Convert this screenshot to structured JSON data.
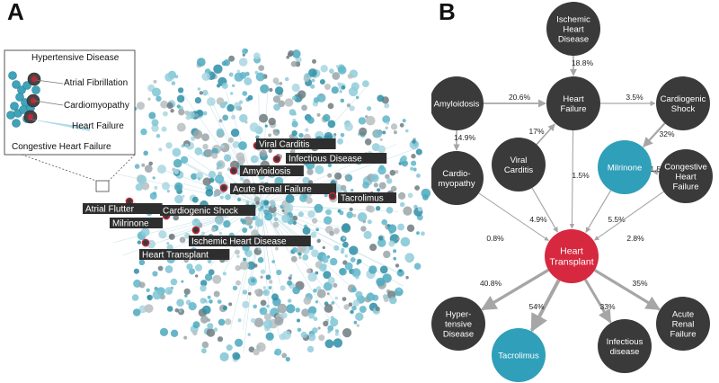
{
  "panel_a": {
    "letter": "A",
    "inset_labels": [
      "Hypertensive Disease",
      "Atrial Fibrillation",
      "Cardiomyopathy",
      "Heart Failure",
      "Congestive Heart Failure"
    ],
    "network_labels": [
      "Viral Carditis",
      "Infectious Disease",
      "Amyloidosis",
      "Acute Renal Failure",
      "Tacrolimus",
      "Atrial Flutter",
      "Cardiogenic Shock",
      "Milrinone",
      "Ischemic Heart Disease",
      "Heart Transplant"
    ]
  },
  "panel_b": {
    "letter": "B",
    "nodes": [
      {
        "id": "ihd",
        "label": "Ischemic\nHeart\nDisease",
        "kind": "dark"
      },
      {
        "id": "amy",
        "label": "Amyloidosis",
        "kind": "dark"
      },
      {
        "id": "hf",
        "label": "Heart\nFailure",
        "kind": "dark"
      },
      {
        "id": "cs",
        "label": "Cardiogenic\nShock",
        "kind": "dark"
      },
      {
        "id": "vc",
        "label": "Viral\nCarditis",
        "kind": "dark"
      },
      {
        "id": "mil",
        "label": "Milrinone",
        "kind": "teal"
      },
      {
        "id": "chf",
        "label": "Congestive\nHeart\nFailure",
        "kind": "dark"
      },
      {
        "id": "cm",
        "label": "Cardio-\nmyopathy",
        "kind": "dark"
      },
      {
        "id": "ht",
        "label": "Heart\nTransplant",
        "kind": "red"
      },
      {
        "id": "hd",
        "label": "Hyper-\ntensive\nDisease",
        "kind": "dark"
      },
      {
        "id": "tac",
        "label": "Tacrolimus",
        "kind": "teal"
      },
      {
        "id": "inf",
        "label": "Infectious\ndisease",
        "kind": "dark"
      },
      {
        "id": "arf",
        "label": "Acute\nRenal\nFailure",
        "kind": "dark"
      }
    ],
    "edges": [
      {
        "from": "ihd",
        "to": "hf",
        "label": "18.8%"
      },
      {
        "from": "amy",
        "to": "hf",
        "label": "20.6%"
      },
      {
        "from": "hf",
        "to": "cs",
        "label": "3.5%"
      },
      {
        "from": "amy",
        "to": "cm",
        "label": "14.9%"
      },
      {
        "from": "vc",
        "to": "hf",
        "label": "17%"
      },
      {
        "from": "cs",
        "to": "mil",
        "label": "32%"
      },
      {
        "from": "chf",
        "to": "mil",
        "label": "11.5%"
      },
      {
        "from": "hf",
        "to": "ht",
        "label": "1.5%"
      },
      {
        "from": "vc",
        "to": "ht",
        "label": "4.9%"
      },
      {
        "from": "mil",
        "to": "ht",
        "label": "5.5%"
      },
      {
        "from": "cm",
        "to": "ht",
        "label": "0.8%"
      },
      {
        "from": "chf",
        "to": "ht",
        "label": "2.8%"
      },
      {
        "from": "ht",
        "to": "hd",
        "label": "40.8%"
      },
      {
        "from": "ht",
        "to": "tac",
        "label": "54%"
      },
      {
        "from": "ht",
        "to": "inf",
        "label": "33%"
      },
      {
        "from": "ht",
        "to": "arf",
        "label": "35%"
      }
    ]
  },
  "colors": {
    "dark_node": "#3a3a3a",
    "teal_node": "#2f9fba",
    "red_node": "#d6283f",
    "edge": "#a6a6a6",
    "label_box": "#2e2e2e"
  }
}
